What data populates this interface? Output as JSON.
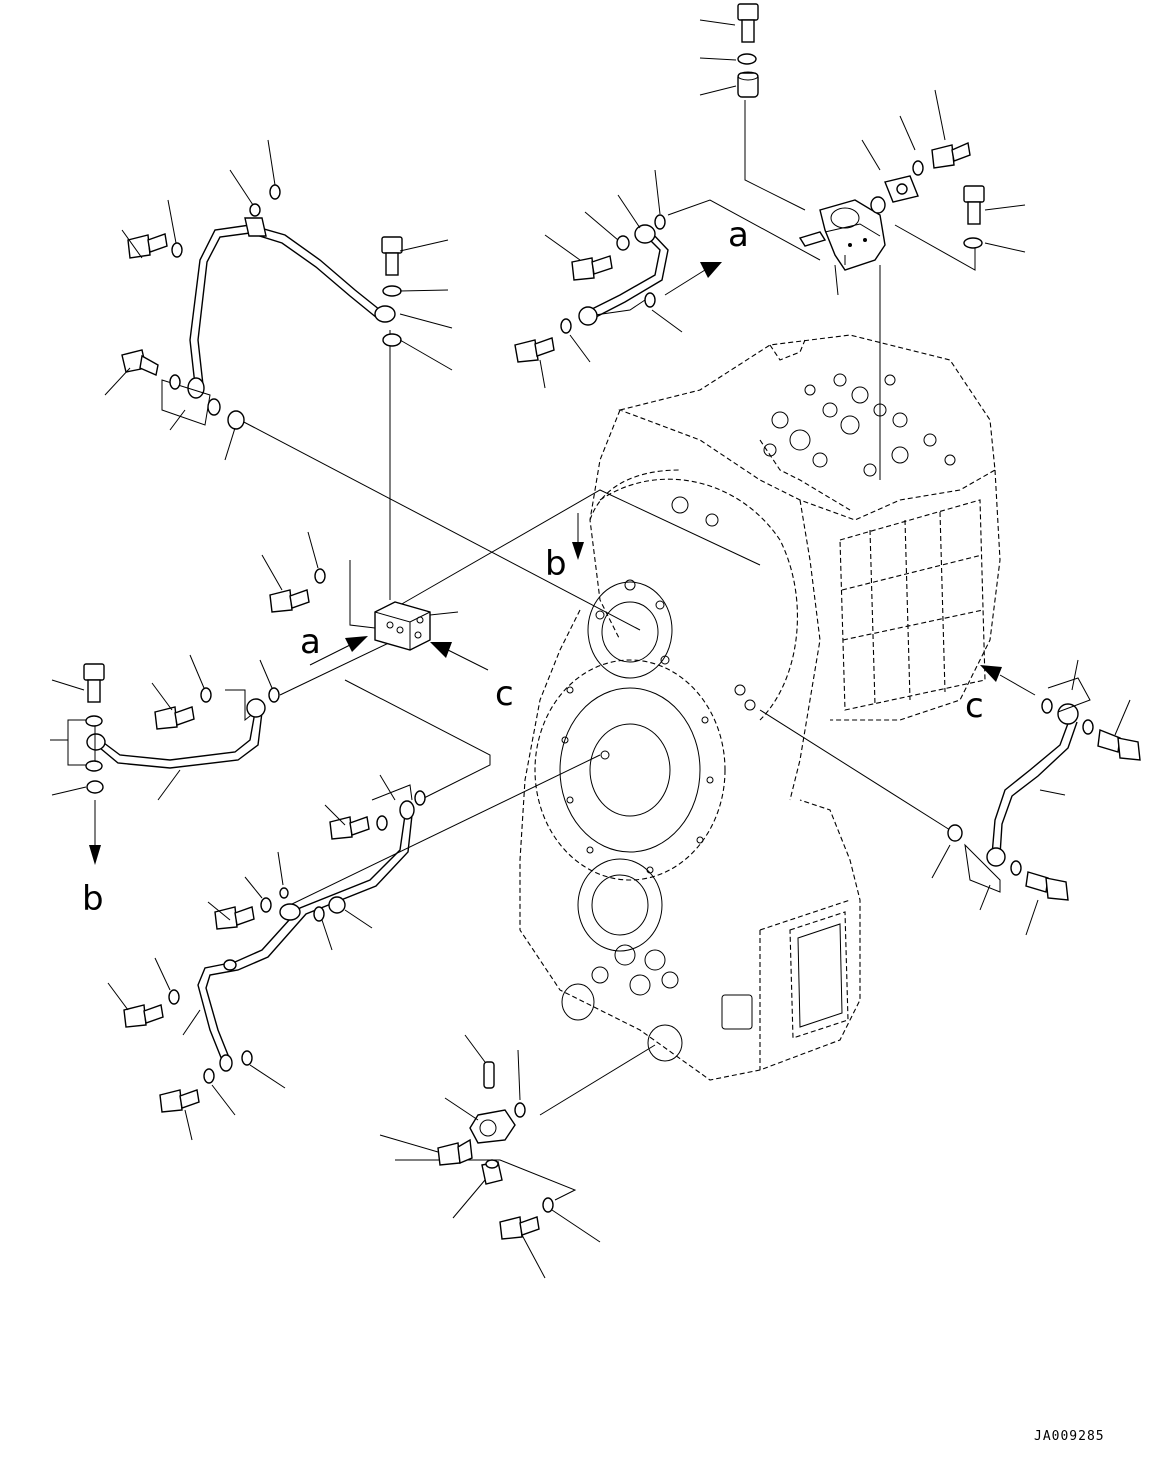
{
  "diagram": {
    "drawing_code": "JA009285",
    "callouts": {
      "a_top": "a",
      "a_mid": "a",
      "b_mid": "b",
      "b_left": "b",
      "c_mid": "c",
      "c_right": "c"
    }
  }
}
